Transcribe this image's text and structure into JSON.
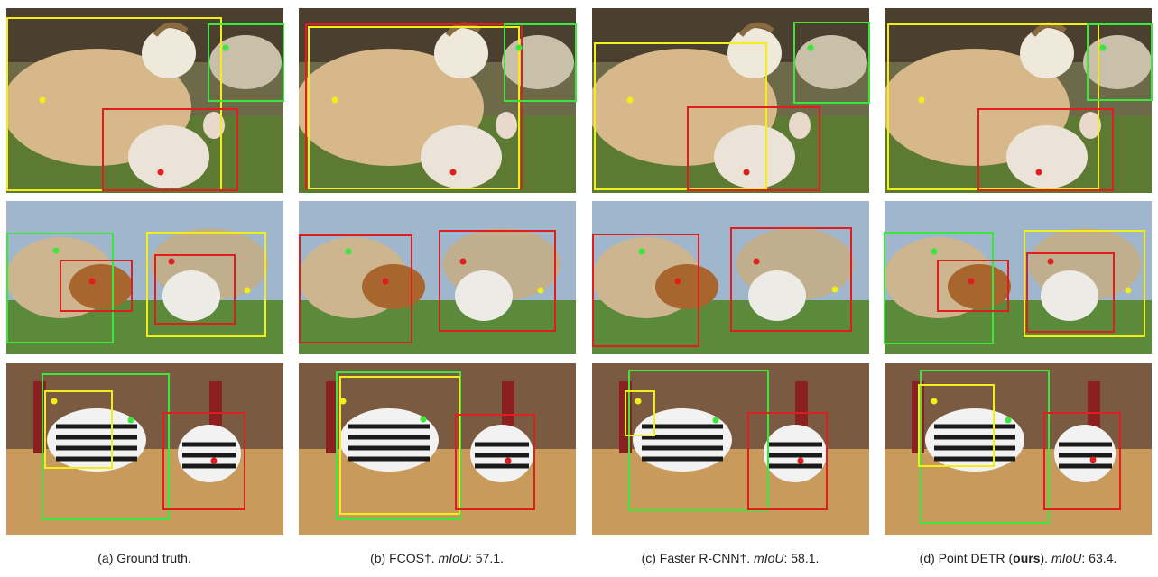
{
  "figure": {
    "columns": [
      {
        "id": "a",
        "caption": {
          "prefix": "(a) Ground truth.",
          "method": "",
          "bold": "",
          "suffix": "",
          "metric_label": "",
          "score": ""
        }
      },
      {
        "id": "b",
        "caption": {
          "prefix": "(b) ",
          "method": "FCOS†. ",
          "bold": "",
          "suffix": "",
          "metric_label": "mIoU",
          "score": ": 57.1."
        }
      },
      {
        "id": "c",
        "caption": {
          "prefix": "(c) ",
          "method": "Faster R-CNN†. ",
          "bold": "",
          "suffix": "",
          "metric_label": "mIoU",
          "score": ": 58.1."
        }
      },
      {
        "id": "d",
        "caption": {
          "prefix": "(d) ",
          "method": "Point DETR (",
          "bold": "ours",
          "suffix": "). ",
          "metric_label": "mIoU",
          "score": ": 63.4."
        }
      }
    ],
    "rows": [
      {
        "id": "sheep",
        "subject": "goat and sheep"
      },
      {
        "id": "cows",
        "subject": "cows and calf"
      },
      {
        "id": "zebras",
        "subject": "zebras"
      }
    ],
    "colors": {
      "yellow": "#f2ee1a",
      "green": "#39e83a",
      "red": "#e01e1e"
    }
  }
}
